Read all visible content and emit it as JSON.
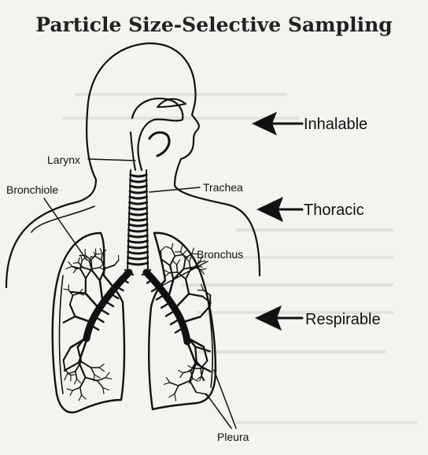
{
  "title": "Particle Size-Selective Sampling",
  "labels": {
    "larynx": "Larynx",
    "bronchiole": "Bronchiole",
    "trachea": "Trachea",
    "bronchus": "Bronchus",
    "pleura": "Pleura"
  },
  "fractions": {
    "inhalable": "Inhalable",
    "thoracic": "Thoracic",
    "respirable": "Respirable"
  },
  "colors": {
    "ink": "#111111",
    "paper": "#f4f3ef",
    "bleed": "#c9c7c0"
  }
}
